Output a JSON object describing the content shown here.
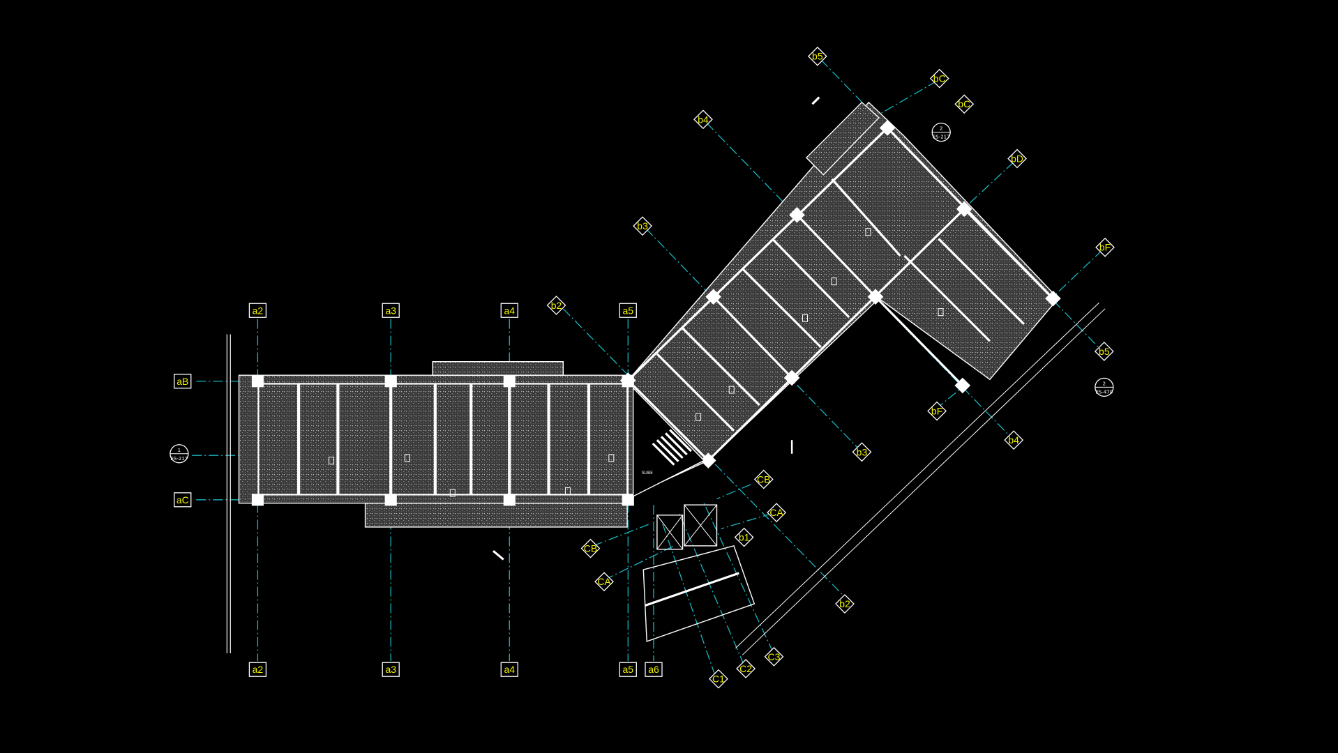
{
  "drawing": {
    "background": "#000000",
    "colors": {
      "grid_line": "#18b6c2",
      "tag_text": "#f2f200",
      "outline": "#ffffff",
      "slab_fill": "#3e3e3e"
    },
    "axes_a_vertical": [
      "a2",
      "a3",
      "a4",
      "a5",
      "a6"
    ],
    "axes_a_horizontal": [
      "aB",
      "aC"
    ],
    "axes_b_cross": [
      "b2",
      "b3",
      "b4",
      "b5"
    ],
    "axes_b_long": [
      "bC",
      "bD",
      "bF"
    ],
    "axes_c_lower": [
      "C1",
      "C2",
      "C3"
    ],
    "axes_c_branch": [
      "CA",
      "CB"
    ],
    "section_marks": [
      {
        "number": "1",
        "sheet": "ES-217"
      },
      {
        "number": "2",
        "sheet": "ES-217"
      },
      {
        "number": "2",
        "sheet": "ES-470"
      }
    ],
    "stair_note": "SUBE"
  }
}
